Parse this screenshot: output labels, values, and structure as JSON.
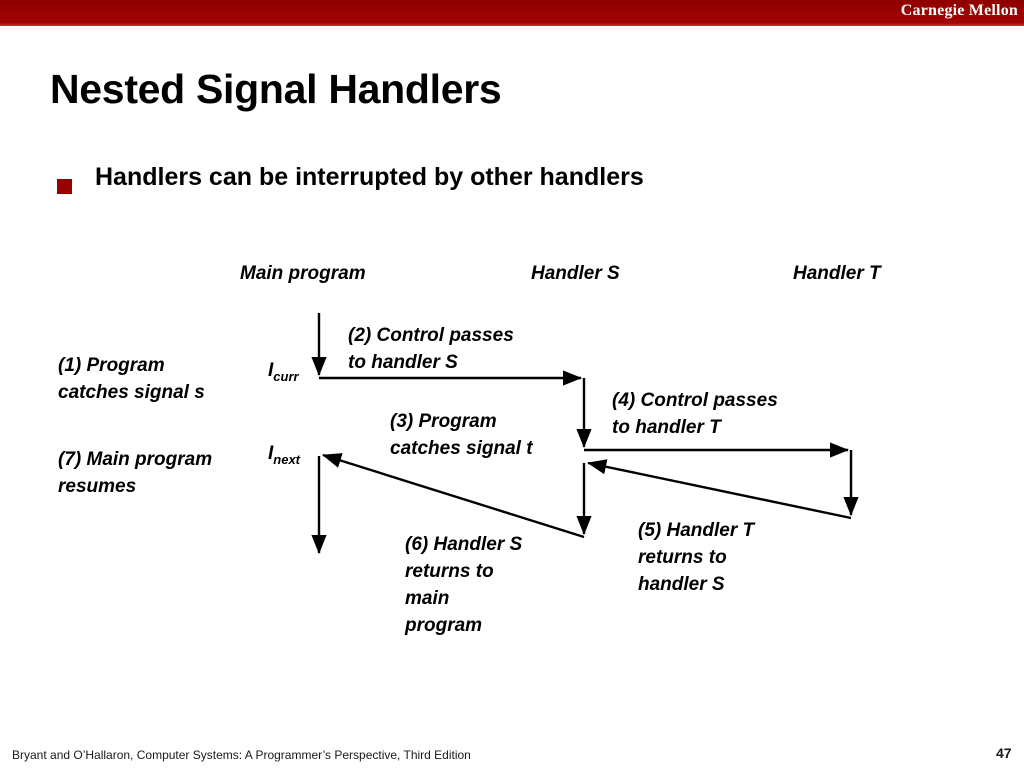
{
  "brand": {
    "name": "Carnegie Mellon",
    "bar_color": "#9b0000"
  },
  "slide": {
    "title": "Nested Signal Handlers",
    "bullet": "Handlers can be interrupted by other handlers",
    "bullet_color": "#9b0000"
  },
  "diagram": {
    "columns": [
      {
        "label": "Main program"
      },
      {
        "label": "Handler S"
      },
      {
        "label": "Handler T"
      }
    ],
    "instruction_labels": [
      {
        "base": "I",
        "sub": "curr"
      },
      {
        "base": "I",
        "sub": "next"
      }
    ],
    "steps": [
      {
        "id": 1,
        "text": "(1) Program\ncatches signal s"
      },
      {
        "id": 2,
        "text": "(2) Control passes\nto handler S"
      },
      {
        "id": 3,
        "text": "(3) Program\ncatches signal t"
      },
      {
        "id": 4,
        "text": "(4)  Control passes\nto handler T"
      },
      {
        "id": 5,
        "text": "(5) Handler T\nreturns to\nhandler S"
      },
      {
        "id": 6,
        "text": "(6) Handler S\nreturns to\nmain\nprogram"
      },
      {
        "id": 7,
        "text": "(7) Main program\nresumes"
      }
    ]
  },
  "footer": {
    "citation": "Bryant and O’Hallaron, Computer Systems: A Programmer’s Perspective, Third Edition",
    "page": "47"
  }
}
